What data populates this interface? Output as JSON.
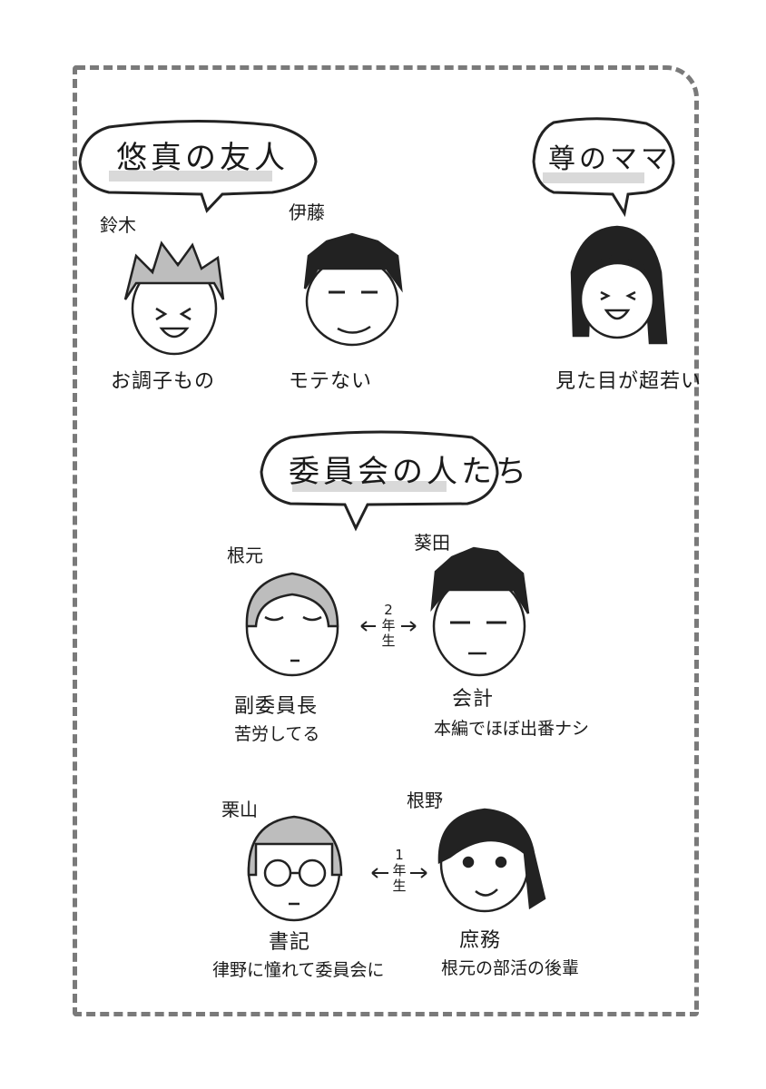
{
  "frame": {
    "border_color": "#7a7a7a"
  },
  "groups": {
    "yuma_friends": {
      "title": "悠真の友人",
      "members": [
        {
          "name": "鈴木",
          "caption": "お調子もの"
        },
        {
          "name": "伊藤",
          "caption": "モテない"
        }
      ]
    },
    "takeru_mama": {
      "title": "尊のママ",
      "caption": "見た目が超若い"
    },
    "committee": {
      "title": "委員会の人たち",
      "pair1": {
        "left": {
          "name": "根元",
          "caption": "副委員長",
          "sub": "苦労してる"
        },
        "right": {
          "name": "葵田",
          "caption": "会計",
          "sub": "本編でほぼ出番ナシ"
        },
        "year": [
          "2",
          "年",
          "生"
        ]
      },
      "pair2": {
        "left": {
          "name": "栗山",
          "caption": "書記",
          "sub": "律野に憧れて委員会に"
        },
        "right": {
          "name": "根野",
          "caption": "庶務",
          "sub": "根元の部活の後輩"
        },
        "year": [
          "1",
          "年",
          "生"
        ]
      }
    }
  }
}
